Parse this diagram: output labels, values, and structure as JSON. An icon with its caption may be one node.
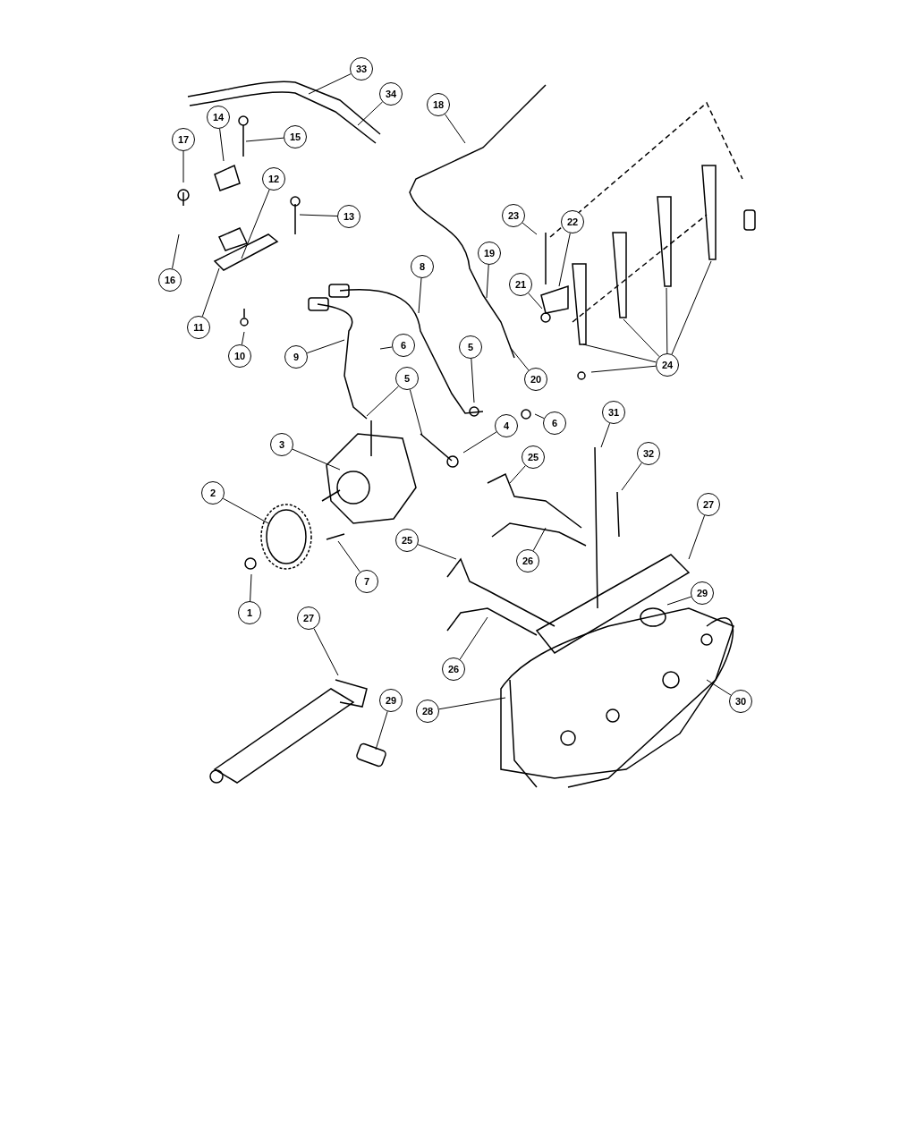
{
  "diagram": {
    "nodes": [
      {
        "text": [
          "1"
        ]
      },
      {
        "text": [
          "2"
        ]
      },
      {
        "text": [
          "3"
        ]
      },
      {
        "text": [
          "4"
        ]
      },
      {
        "text": [
          "5"
        ]
      },
      {
        "text": [
          "5"
        ]
      },
      {
        "text": [
          "6"
        ]
      },
      {
        "text": [
          "6"
        ]
      },
      {
        "text": [
          "7"
        ]
      },
      {
        "text": [
          "8"
        ]
      },
      {
        "text": [
          "9"
        ]
      },
      {
        "text": [
          "10"
        ]
      },
      {
        "text": [
          "11"
        ]
      },
      {
        "text": [
          "12"
        ]
      },
      {
        "text": [
          "13"
        ]
      },
      {
        "text": [
          "14"
        ]
      },
      {
        "text": [
          "15"
        ]
      },
      {
        "text": [
          "16"
        ]
      },
      {
        "text": [
          "17"
        ]
      },
      {
        "text": [
          "18"
        ]
      },
      {
        "text": [
          "19"
        ]
      },
      {
        "text": [
          "20"
        ]
      },
      {
        "text": [
          "21"
        ]
      },
      {
        "text": [
          "22"
        ]
      },
      {
        "text": [
          "23"
        ]
      },
      {
        "text": [
          "24"
        ]
      },
      {
        "text": [
          "25"
        ]
      },
      {
        "text": [
          "25"
        ]
      },
      {
        "text": [
          "26"
        ]
      },
      {
        "text": [
          "26"
        ]
      },
      {
        "text": [
          "27"
        ]
      },
      {
        "text": [
          "27"
        ]
      },
      {
        "text": [
          "28"
        ]
      },
      {
        "text": [
          "29"
        ]
      },
      {
        "text": [
          "29"
        ]
      },
      {
        "text": [
          "30"
        ]
      },
      {
        "text": [
          "31"
        ]
      },
      {
        "text": [
          "32"
        ]
      },
      {
        "text": [
          "33"
        ]
      },
      {
        "text": [
          "34"
        ]
      }
    ],
    "edges": [
      {
        "from": 0,
        "to": null,
        "arrow": "none"
      },
      {
        "from": 1,
        "to": null,
        "arrow": "none"
      },
      {
        "from": 2,
        "to": null,
        "arrow": "none"
      },
      {
        "from": 3,
        "to": null,
        "arrow": "none"
      },
      {
        "from": 4,
        "to": null,
        "arrow": "none"
      },
      {
        "from": 4,
        "to": null,
        "arrow": "none"
      },
      {
        "from": 5,
        "to": null,
        "arrow": "none"
      },
      {
        "from": 6,
        "to": null,
        "arrow": "none"
      },
      {
        "from": 7,
        "to": null,
        "arrow": "none"
      },
      {
        "from": 8,
        "to": null,
        "arrow": "none"
      },
      {
        "from": 9,
        "to": null,
        "arrow": "none"
      },
      {
        "from": 10,
        "to": null,
        "arrow": "none"
      },
      {
        "from": 11,
        "to": null,
        "arrow": "none"
      },
      {
        "from": 12,
        "to": null,
        "arrow": "none"
      },
      {
        "from": 13,
        "to": null,
        "arrow": "none"
      },
      {
        "from": 14,
        "to": null,
        "arrow": "none"
      },
      {
        "from": 15,
        "to": null,
        "arrow": "none"
      },
      {
        "from": 16,
        "to": null,
        "arrow": "none"
      },
      {
        "from": 17,
        "to": null,
        "arrow": "none"
      },
      {
        "from": 18,
        "to": null,
        "arrow": "none"
      },
      {
        "from": 19,
        "to": null,
        "arrow": "none"
      },
      {
        "from": 20,
        "to": null,
        "arrow": "none"
      },
      {
        "from": 21,
        "to": null,
        "arrow": "none"
      },
      {
        "from": 22,
        "to": null,
        "arrow": "none"
      },
      {
        "from": 23,
        "to": null,
        "arrow": "none"
      },
      {
        "from": 24,
        "to": null,
        "arrow": "none"
      },
      {
        "from": 25,
        "to": null,
        "arrow": "none"
      },
      {
        "from": 25,
        "to": null,
        "arrow": "none"
      },
      {
        "from": 25,
        "to": null,
        "arrow": "none"
      },
      {
        "from": 25,
        "to": null,
        "arrow": "none"
      },
      {
        "from": 25,
        "to": null,
        "arrow": "none"
      },
      {
        "from": 26,
        "to": null,
        "arrow": "none"
      },
      {
        "from": 27,
        "to": null,
        "arrow": "none"
      },
      {
        "from": 28,
        "to": null,
        "arrow": "none"
      },
      {
        "from": 29,
        "to": null,
        "arrow": "none"
      },
      {
        "from": 30,
        "to": null,
        "arrow": "none"
      },
      {
        "from": 31,
        "to": null,
        "arrow": "none"
      },
      {
        "from": 32,
        "to": null,
        "arrow": "none"
      },
      {
        "from": 33,
        "to": null,
        "arrow": "none"
      },
      {
        "from": 34,
        "to": null,
        "arrow": "none"
      },
      {
        "from": 35,
        "to": null,
        "arrow": "none"
      },
      {
        "from": 36,
        "to": null,
        "arrow": "none"
      },
      {
        "from": 37,
        "to": null,
        "arrow": "none"
      },
      {
        "from": 38,
        "to": null,
        "arrow": "none"
      },
      {
        "from": 39,
        "to": null,
        "arrow": "none"
      }
    ]
  }
}
